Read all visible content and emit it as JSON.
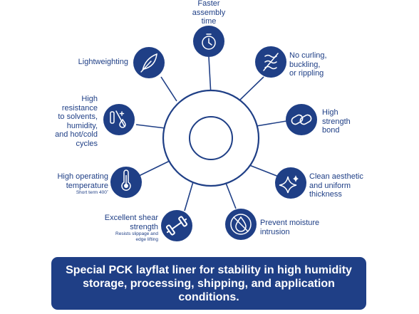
{
  "features": {
    "assembly": {
      "label": "Faster\nassembly\ntime",
      "icon": "stopwatch-icon"
    },
    "curling": {
      "label": "No curling,\nbuckling,\nor rippling",
      "icon": "no-wrinkle-icon"
    },
    "bond": {
      "label": "High\nstrength\nbond",
      "icon": "bond-icon"
    },
    "aesthetic": {
      "label": "Clean aesthetic\nand uniform\nthickness",
      "icon": "sparkle-icon"
    },
    "moisture": {
      "label": "Prevent moisture\nintrusion",
      "icon": "no-droplet-icon"
    },
    "shear": {
      "label": "Excellent shear\nstrength",
      "sub": "Resists slippage and\nedge lifting",
      "icon": "dumbbell-icon"
    },
    "temperature": {
      "label": "High operating\ntemperature",
      "sub": "Short term 400˚",
      "icon": "thermometer-icon"
    },
    "resistance": {
      "label": "High\nresistance\nto solvents,\nhumidity,\nand hot/cold\ncycles",
      "icon": "lab-resistance-icon"
    },
    "lightweighting": {
      "label": "Lightweighting",
      "icon": "feather-icon"
    }
  },
  "banner": {
    "text": "Special PCK layflat liner for stability in high humidity storage, processing, shipping, and application conditions."
  },
  "colors": {
    "brand": "#1f3f86",
    "background": "#ffffff"
  }
}
